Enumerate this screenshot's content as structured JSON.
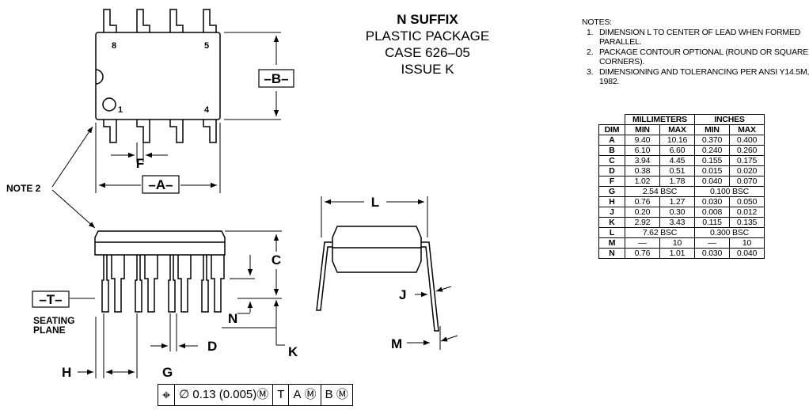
{
  "title": {
    "line1": "N SUFFIX",
    "line2": "PLASTIC PACKAGE",
    "line3": "CASE 626–05",
    "line4": "ISSUE K"
  },
  "notes": {
    "heading": "NOTES:",
    "items": [
      {
        "num": "1.",
        "text": "DIMENSION L TO CENTER OF LEAD WHEN FORMED PARALLEL."
      },
      {
        "num": "2.",
        "text": "PACKAGE CONTOUR OPTIONAL (ROUND OR SQUARE CORNERS)."
      },
      {
        "num": "3.",
        "text": "DIMENSIONING AND TOLERANCING PER ANSI Y14.5M, 1982."
      }
    ]
  },
  "table": {
    "group_mm": "MILLIMETERS",
    "group_in": "INCHES",
    "col_dim": "DIM",
    "col_min": "MIN",
    "col_max": "MAX",
    "rows": [
      {
        "dim": "A",
        "mm_min": "9.40",
        "mm_max": "10.16",
        "in_min": "0.370",
        "in_max": "0.400"
      },
      {
        "dim": "B",
        "mm_min": "6.10",
        "mm_max": "6.60",
        "in_min": "0.240",
        "in_max": "0.260"
      },
      {
        "dim": "C",
        "mm_min": "3.94",
        "mm_max": "4.45",
        "in_min": "0.155",
        "in_max": "0.175"
      },
      {
        "dim": "D",
        "mm_min": "0.38",
        "mm_max": "0.51",
        "in_min": "0.015",
        "in_max": "0.020"
      },
      {
        "dim": "F",
        "mm_min": "1.02",
        "mm_max": "1.78",
        "in_min": "0.040",
        "in_max": "0.070"
      },
      {
        "dim": "G",
        "mm_span": "2.54 BSC",
        "in_span": "0.100 BSC"
      },
      {
        "dim": "H",
        "mm_min": "0.76",
        "mm_max": "1.27",
        "in_min": "0.030",
        "in_max": "0.050"
      },
      {
        "dim": "J",
        "mm_min": "0.20",
        "mm_max": "0.30",
        "in_min": "0.008",
        "in_max": "0.012"
      },
      {
        "dim": "K",
        "mm_min": "2.92",
        "mm_max": "3.43",
        "in_min": "0.115",
        "in_max": "0.135"
      },
      {
        "dim": "L",
        "mm_span": "7.62 BSC",
        "in_span": "0.300 BSC"
      },
      {
        "dim": "M",
        "mm_min": "—",
        "mm_max": "10",
        "in_min": "—",
        "in_max": "10"
      },
      {
        "dim": "N",
        "mm_min": "0.76",
        "mm_max": "1.01",
        "in_min": "0.030",
        "in_max": "0.040"
      }
    ]
  },
  "labels": {
    "pin8": "8",
    "pin5": "5",
    "pin1": "1",
    "pin4": "4",
    "datum_b": "–B–",
    "datum_a": "–A–",
    "datum_t": "–T–",
    "f": "F",
    "c": "C",
    "n": "N",
    "d": "D",
    "k": "K",
    "h": "H",
    "g": "G",
    "l": "L",
    "j": "J",
    "m": "M",
    "note2": "NOTE 2",
    "seating1": "SEATING",
    "seating2": "PLANE"
  },
  "fcf": {
    "position_symbol": "⌖",
    "tolerance": "∅ 0.13 (0.005)",
    "modifier": "Ⓜ",
    "datum1": "T",
    "datum2": "A",
    "datum3": "B"
  }
}
